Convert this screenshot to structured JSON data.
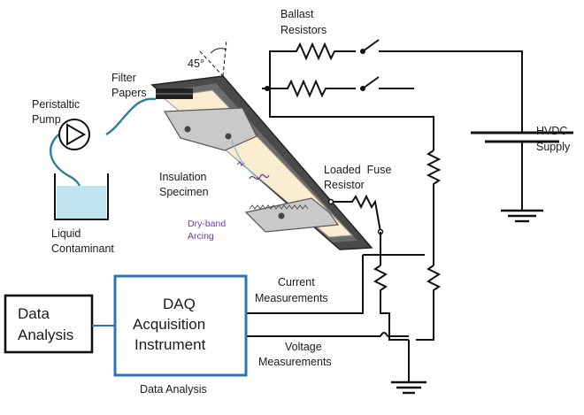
{
  "labels": {
    "ballast": [
      "Ballast",
      "Resistors"
    ],
    "filter": [
      "Filter",
      "Papers"
    ],
    "angle": "45°",
    "pump": [
      "Peristaltic",
      "Pump"
    ],
    "liquid": [
      "Liquid",
      "Contaminant"
    ],
    "specimen": [
      "Insulation",
      "Specimen"
    ],
    "arcing": [
      "Dry-band",
      "Arcing"
    ],
    "fuse": [
      "Loaded  Fuse",
      "Resistor"
    ],
    "hvdc": [
      "HVDC",
      "Supply"
    ],
    "current": [
      "Current",
      "Measurements"
    ],
    "voltage": [
      "Voltage",
      "Measurements"
    ],
    "data_analysis_box": [
      "Data",
      "Analysis"
    ],
    "daq": [
      "DAQ",
      "Acquisition",
      "Instrument"
    ],
    "daq_caption": "Data Analysis"
  },
  "colors": {
    "line": "#111111",
    "daq_border": "#2e75b6",
    "tube": "#2e7d99",
    "liquid": "#bfe3ef",
    "specimen": "#fbeed0",
    "arc": "#6a3d9a",
    "frame": "#3a3a3a"
  }
}
